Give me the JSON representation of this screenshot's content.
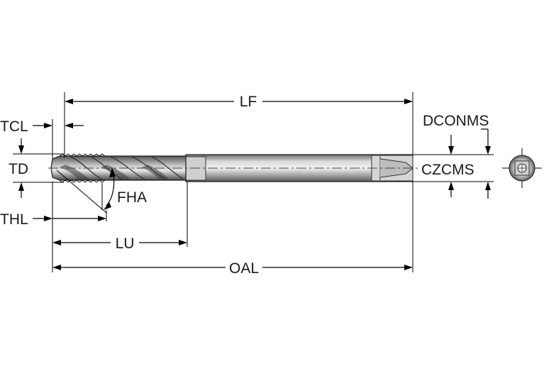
{
  "labels": {
    "lf": "LF",
    "tcl": "TCL",
    "td": "TD",
    "fha": "FHA",
    "thl": "THL",
    "lu": "LU",
    "oal": "OAL",
    "dconms": "DCONMS",
    "czcms": "CZCMS"
  },
  "icons": {
    "end_view": "tool-end-view-icon"
  }
}
